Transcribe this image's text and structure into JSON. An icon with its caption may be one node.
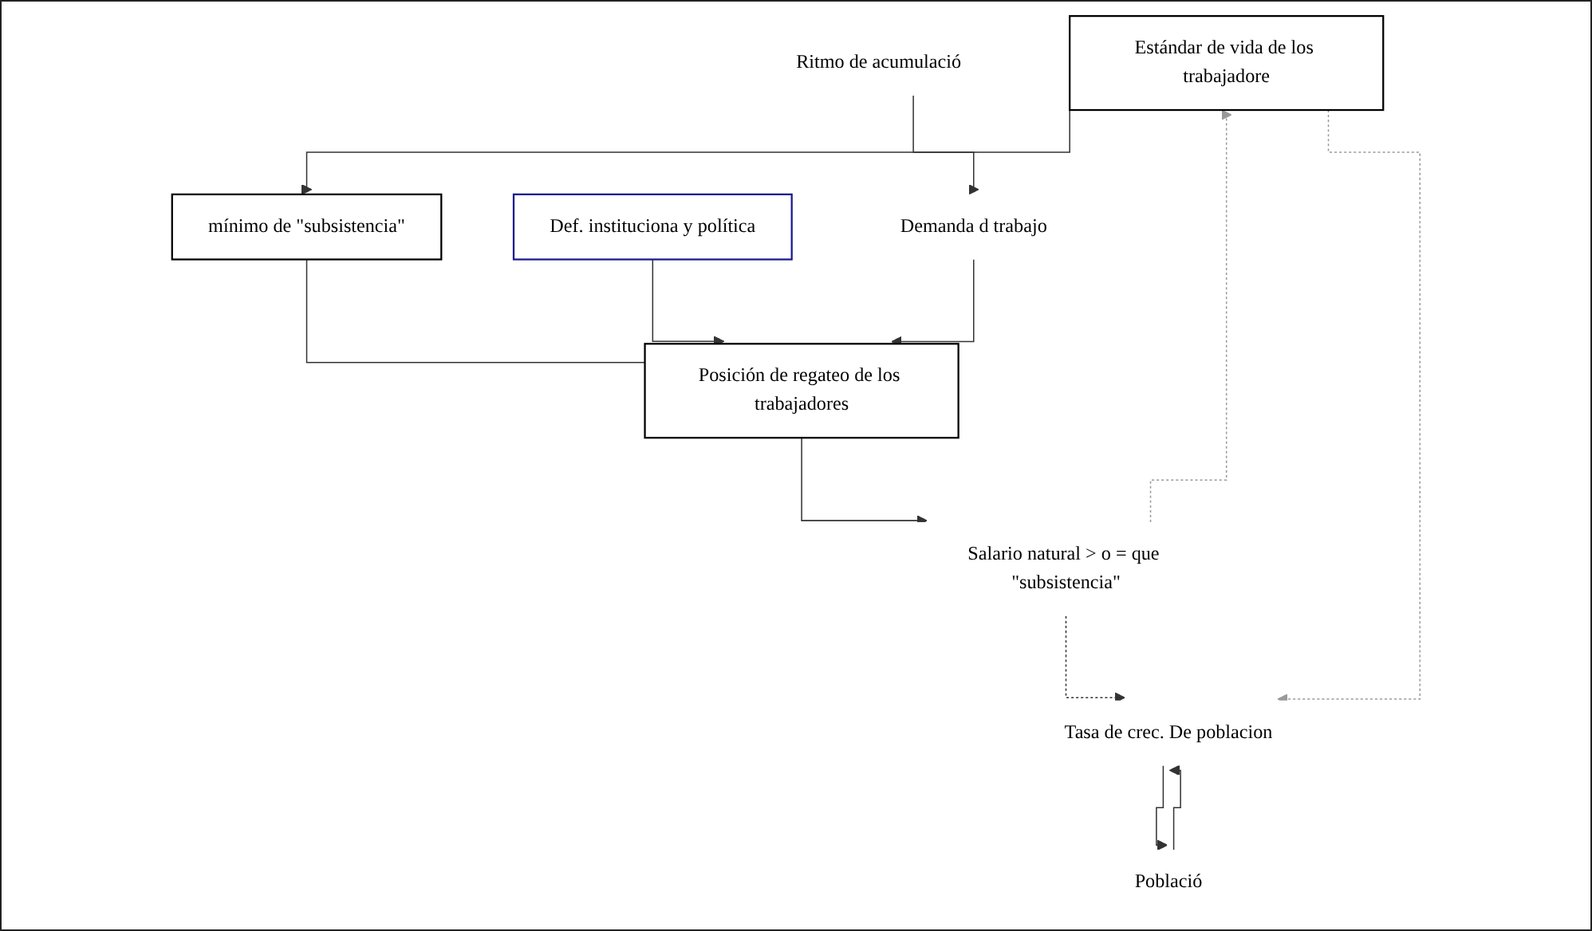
{
  "diagram": {
    "nodes": [
      {
        "text": [
          "Estándar de vida de los trabajadore"
        ]
      },
      {
        "text": [
          "Ritmo de acumulació"
        ]
      },
      {
        "text": [
          "mínimo de \"subsistencia\""
        ]
      },
      {
        "text": [
          "Def. instituciona y política"
        ]
      },
      {
        "text": [
          "Posición de regateo de los trabajadores"
        ]
      },
      {
        "text": [
          "Demanda d trabajo"
        ]
      },
      {
        "text": [
          "Població"
        ]
      },
      {
        "text": [
          "Salario natural > o = que \"subsistencia\""
        ]
      },
      {
        "text": [
          "Tasa de crec. De poblacion"
        ]
      }
    ],
    "edges": [
      {
        "from": 0,
        "to": 2,
        "arrow": "to"
      },
      {
        "from": 1,
        "to": 5,
        "arrow": "to"
      },
      {
        "from": 2,
        "to": 4,
        "arrow": "none"
      },
      {
        "from": 3,
        "to": 4,
        "arrow": "to"
      },
      {
        "from": 5,
        "to": 4,
        "arrow": "to"
      },
      {
        "from": 4,
        "to": 7,
        "arrow": "to"
      },
      {
        "from": 6,
        "to": 8,
        "arrow": "to"
      },
      {
        "from": 8,
        "to": 6,
        "arrow": "to"
      },
      {
        "from": 7,
        "to": 8,
        "arrow": "to",
        "style": "dashed"
      },
      {
        "from": 7,
        "to": 0,
        "arrow": "to",
        "style": "dashed",
        "color": "#999999"
      },
      {
        "from": 0,
        "to": 8,
        "arrow": "to",
        "style": "dashed",
        "color": "#999999"
      }
    ]
  }
}
